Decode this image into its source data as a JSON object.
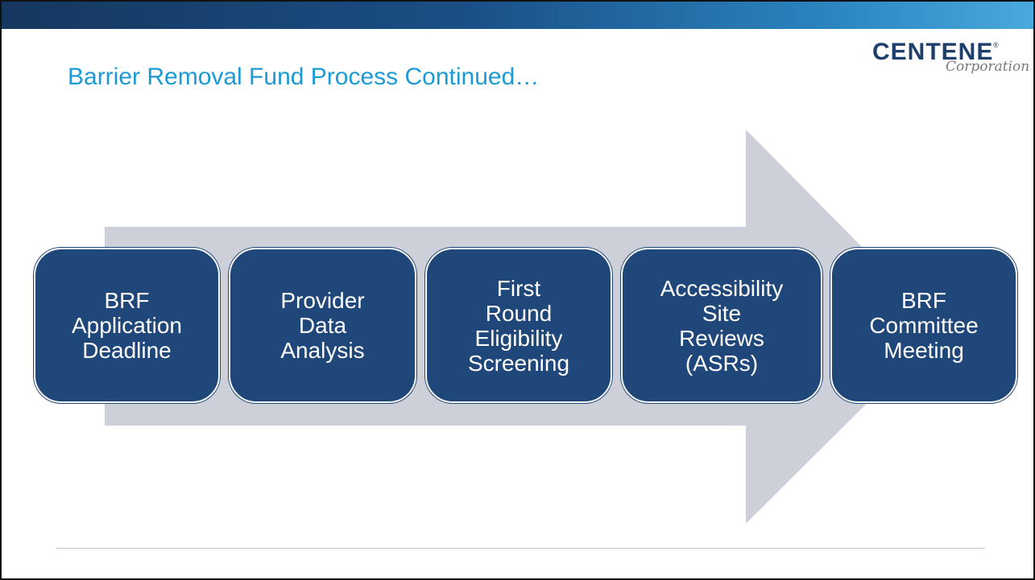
{
  "slide": {
    "title": "Barrier Removal Fund Process Continued…"
  },
  "logo": {
    "name": "CENTENE",
    "registered_mark": "®",
    "subtitle": "Corporation"
  },
  "colors": {
    "header_band": "#1a4f86",
    "title": "#1c9ad6",
    "step_fill": "#1f4779",
    "arrow_fill": "#cdd0d8",
    "logo": "#1e3e6c"
  },
  "process": {
    "steps": [
      {
        "label": "BRF\nApplication\nDeadline"
      },
      {
        "label": "Provider\nData\nAnalysis"
      },
      {
        "label": "First\nRound\nEligibility\nScreening"
      },
      {
        "label": "Accessibility\nSite\nReviews\n(ASRs)"
      },
      {
        "label": "BRF\nCommittee\nMeeting"
      }
    ]
  }
}
